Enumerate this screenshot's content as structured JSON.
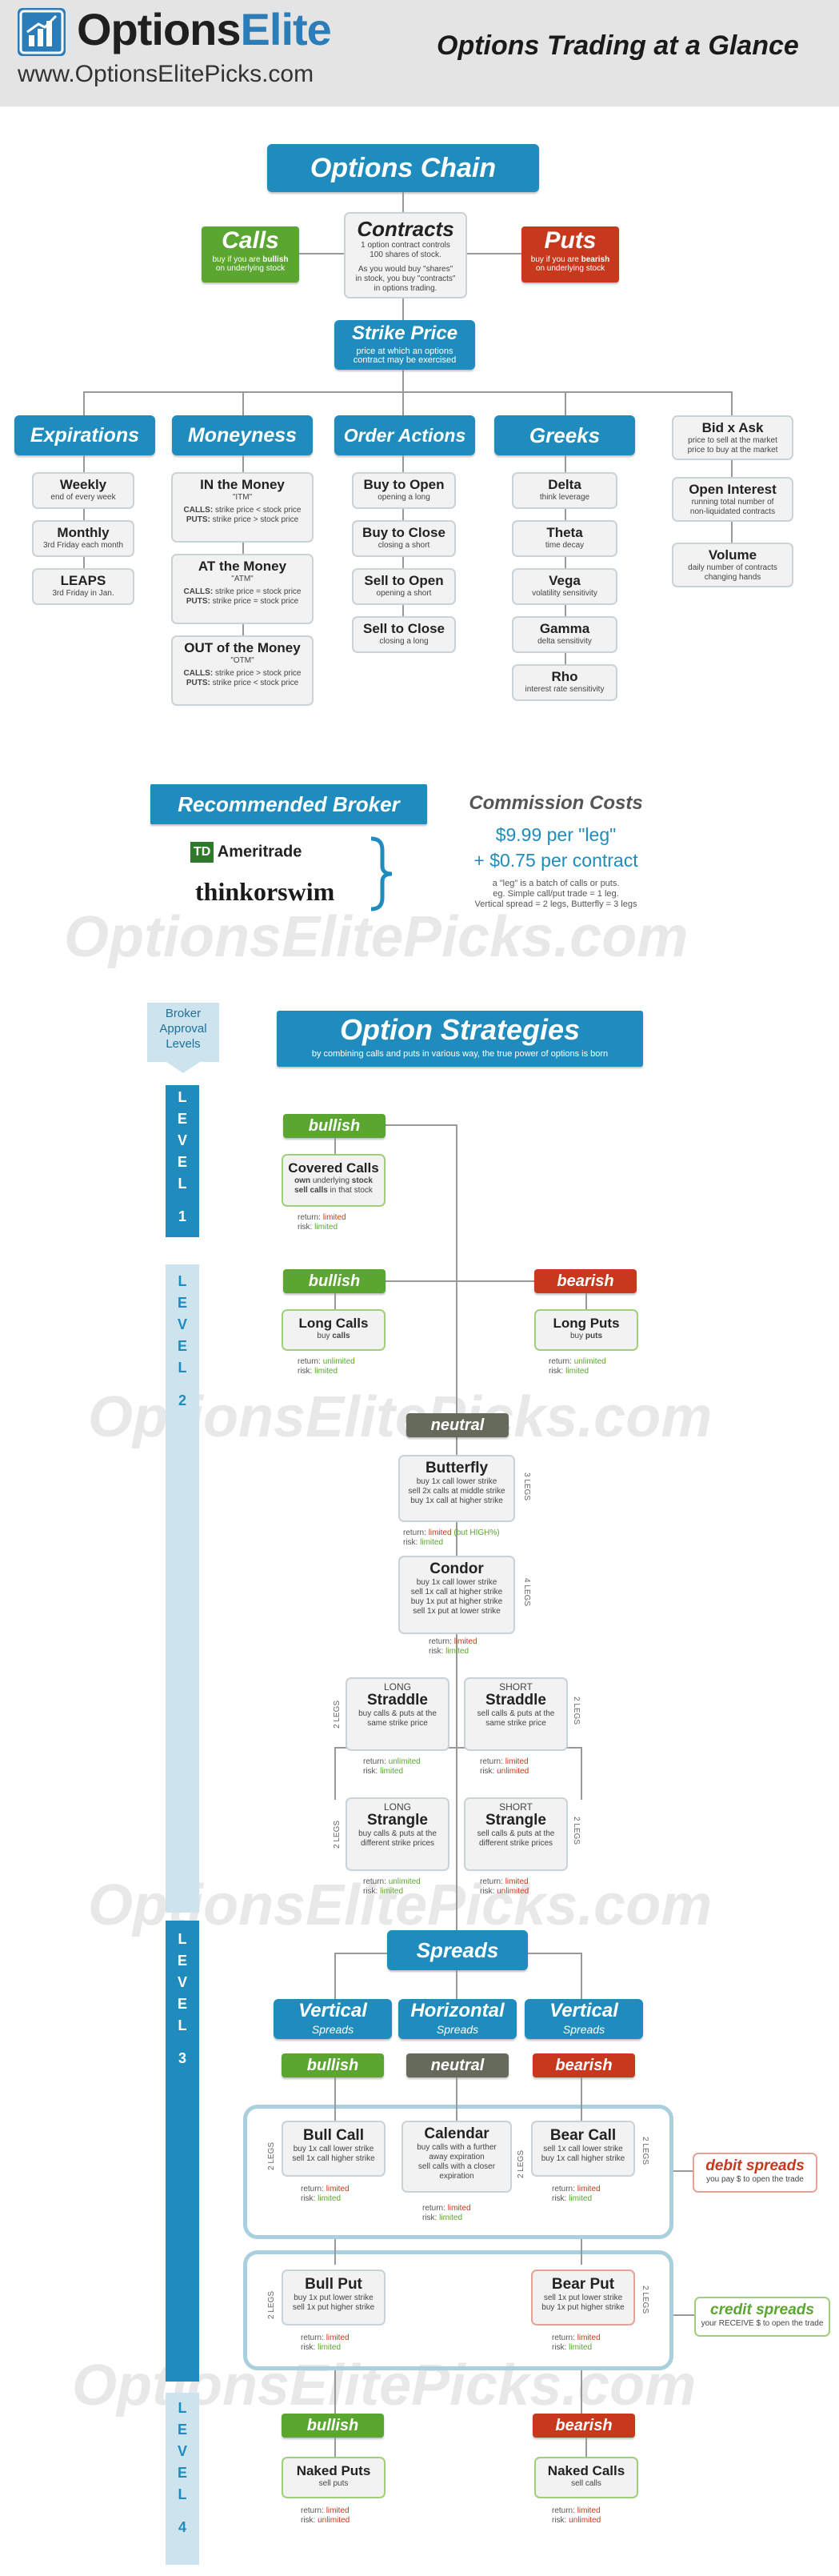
{
  "header": {
    "logo_left": "Options",
    "logo_right": "Elite",
    "url": "www.OptionsElitePicks.com",
    "title": "Options Trading at a Glance"
  },
  "chain": {
    "title": "Options Chain",
    "calls_title": "Calls",
    "calls_sub1": "buy if you are ",
    "calls_sub_bold": "bullish",
    "calls_sub2": "on underlying stock",
    "puts_title": "Puts",
    "puts_sub1": "buy if you are ",
    "puts_sub_bold": "bearish",
    "puts_sub2": "on underlying stock",
    "contracts_title": "Contracts",
    "contracts_line1": "1 option contract controls",
    "contracts_line2": "100 shares of stock.",
    "contracts_line3": "As you would buy \"shares\"",
    "contracts_line4": "in stock, you buy \"contracts\"",
    "contracts_line5": "in options trading.",
    "strike_title": "Strike Price",
    "strike_sub1": "price at which an options",
    "strike_sub2": "contract may be exercised"
  },
  "categories": {
    "expirations": "Expirations",
    "moneyness": "Moneyness",
    "order_actions": "Order Actions",
    "greeks": "Greeks"
  },
  "expirations": [
    {
      "t": "Weekly",
      "s": "end of every week"
    },
    {
      "t": "Monthly",
      "s": "3rd Friday each month"
    },
    {
      "t": "LEAPS",
      "s": "3rd Friday in Jan."
    }
  ],
  "moneyness": [
    {
      "t": "IN the Money",
      "abbr": "\"ITM\"",
      "calls": "strike price < stock price",
      "puts": "strike price > stock price"
    },
    {
      "t": "AT the Money",
      "abbr": "\"ATM\"",
      "calls": "strike price = stock price",
      "puts": "strike price = stock price"
    },
    {
      "t": "OUT of the Money",
      "abbr": "\"OTM\"",
      "calls": "strike price > stock price",
      "puts": "strike price < stock price"
    }
  ],
  "moneyness_labels": {
    "calls": "CALLS:",
    "puts": "PUTS:"
  },
  "order_actions": [
    {
      "t": "Buy to Open",
      "s": "opening a long"
    },
    {
      "t": "Buy to Close",
      "s": "closing a short"
    },
    {
      "t": "Sell to Open",
      "s": "opening a short"
    },
    {
      "t": "Sell to Close",
      "s": "closing a long"
    }
  ],
  "greeks": [
    {
      "t": "Delta",
      "s": "think leverage"
    },
    {
      "t": "Theta",
      "s": "time decay"
    },
    {
      "t": "Vega",
      "s": "volatility sensitivity"
    },
    {
      "t": "Gamma",
      "s": "delta sensitivity"
    },
    {
      "t": "Rho",
      "s": "interest rate sensitivity"
    }
  ],
  "misc": [
    {
      "t": "Bid x Ask",
      "s1": "price to sell at the market",
      "s2": "price to buy at the market"
    },
    {
      "t": "Open Interest",
      "s1": "running total number of",
      "s2": "non-liquidated contracts"
    },
    {
      "t": "Volume",
      "s1": "daily number of contracts",
      "s2": "changing hands"
    }
  ],
  "broker": {
    "title": "Recommended Broker",
    "td_logo": "TD",
    "td_name": "Ameritrade",
    "tos": "thinkorswim",
    "commission_title": "Commission Costs",
    "per_leg": "$9.99 per \"leg\"",
    "per_contract": "+ $0.75 per contract",
    "note1": "a \"leg\" is a batch of calls or puts.",
    "note2": "eg. Simple call/put trade = 1 leg.",
    "note3": "Vertical spread = 2 legs, Butterfly = 3 legs"
  },
  "watermark": "OptionsElitePicks.com",
  "strategies": {
    "approval": [
      "Broker",
      "Approval",
      "Levels"
    ],
    "title": "Option Strategies",
    "subtitle": "by combining calls and puts in various way, the true power of options is born",
    "level_word": "LEVEL",
    "level_nums": [
      "1",
      "2",
      "3",
      "4"
    ],
    "bullish": "bullish",
    "bearish": "bearish",
    "neutral": "neutral",
    "return_label": "return:",
    "risk_label": "risk:",
    "limited": "limited",
    "unlimited": "unlimited",
    "limited_butterfly": "limited",
    "butterfly_note": "(but HIGH%)",
    "legs2": "2 LEGS",
    "legs3": "3 LEGS",
    "legs4": "4 LEGS",
    "covered_calls": {
      "t": "Covered Calls",
      "s1b": "own",
      "s1": " underlying ",
      "s1c": "stock",
      "s2b": "sell calls",
      "s2": " in that stock"
    },
    "long_calls": {
      "t": "Long Calls",
      "s": "buy ",
      "sb": "calls"
    },
    "long_puts": {
      "t": "Long Puts",
      "s": "buy ",
      "sb": "puts"
    },
    "butterfly": {
      "t": "Butterfly",
      "l1": "buy 1x call lower strike",
      "l2": "sell 2x calls at middle strike",
      "l3": "buy 1x call at higher strike"
    },
    "condor": {
      "t": "Condor",
      "l1": "buy 1x call lower strike",
      "l2": "sell 1x call at higher strike",
      "l3": "buy 1x put at higher strike",
      "l4": "sell 1x put at lower strike"
    },
    "long_straddle": {
      "pre": "LONG",
      "t": "Straddle",
      "l1": "buy calls & puts at the",
      "l2": "same strike price"
    },
    "short_straddle": {
      "pre": "SHORT",
      "t": "Straddle",
      "l1": "sell calls & puts at the",
      "l2": "same strike price"
    },
    "long_strangle": {
      "pre": "LONG",
      "t": "Strangle",
      "l1": "buy calls & puts at the",
      "l2": "different strike prices"
    },
    "short_strangle": {
      "pre": "SHORT",
      "t": "Strangle",
      "l1": "sell calls & puts at the",
      "l2": "different strike prices"
    },
    "spreads": "Spreads",
    "vertical": "Vertical",
    "horizontal": "Horizontal",
    "spreads_sub": "Spreads",
    "bull_call": {
      "t": "Bull Call",
      "l1": "buy 1x call lower strike",
      "l2": "sell 1x call higher strike"
    },
    "calendar": {
      "t": "Calendar",
      "l1": "buy calls with a further",
      "l2": "away expiration",
      "l3": "sell calls with a closer",
      "l4": "expiration"
    },
    "bear_call": {
      "t": "Bear Call",
      "l1": "sell 1x call lower strike",
      "l2": "buy 1x call higher strike"
    },
    "bull_put": {
      "t": "Bull Put",
      "l1": "buy 1x put lower strike",
      "l2": "sell 1x put higher strike"
    },
    "bear_put": {
      "t": "Bear Put",
      "l1": "sell 1x put lower strike",
      "l2": "buy 1x put higher strike"
    },
    "debit": {
      "t": "debit spreads",
      "s": "you pay $ to open the trade"
    },
    "credit": {
      "t": "credit spreads",
      "s": "your RECEIVE $ to open the trade"
    },
    "naked_puts": {
      "t": "Naked Puts",
      "s": "sell puts"
    },
    "naked_calls": {
      "t": "Naked Calls",
      "s": "sell calls"
    }
  },
  "colors": {
    "accent": "#1f8cbd",
    "bullish": "#5aa630",
    "bearish": "#c8381c",
    "neutral": "#666a5a"
  }
}
